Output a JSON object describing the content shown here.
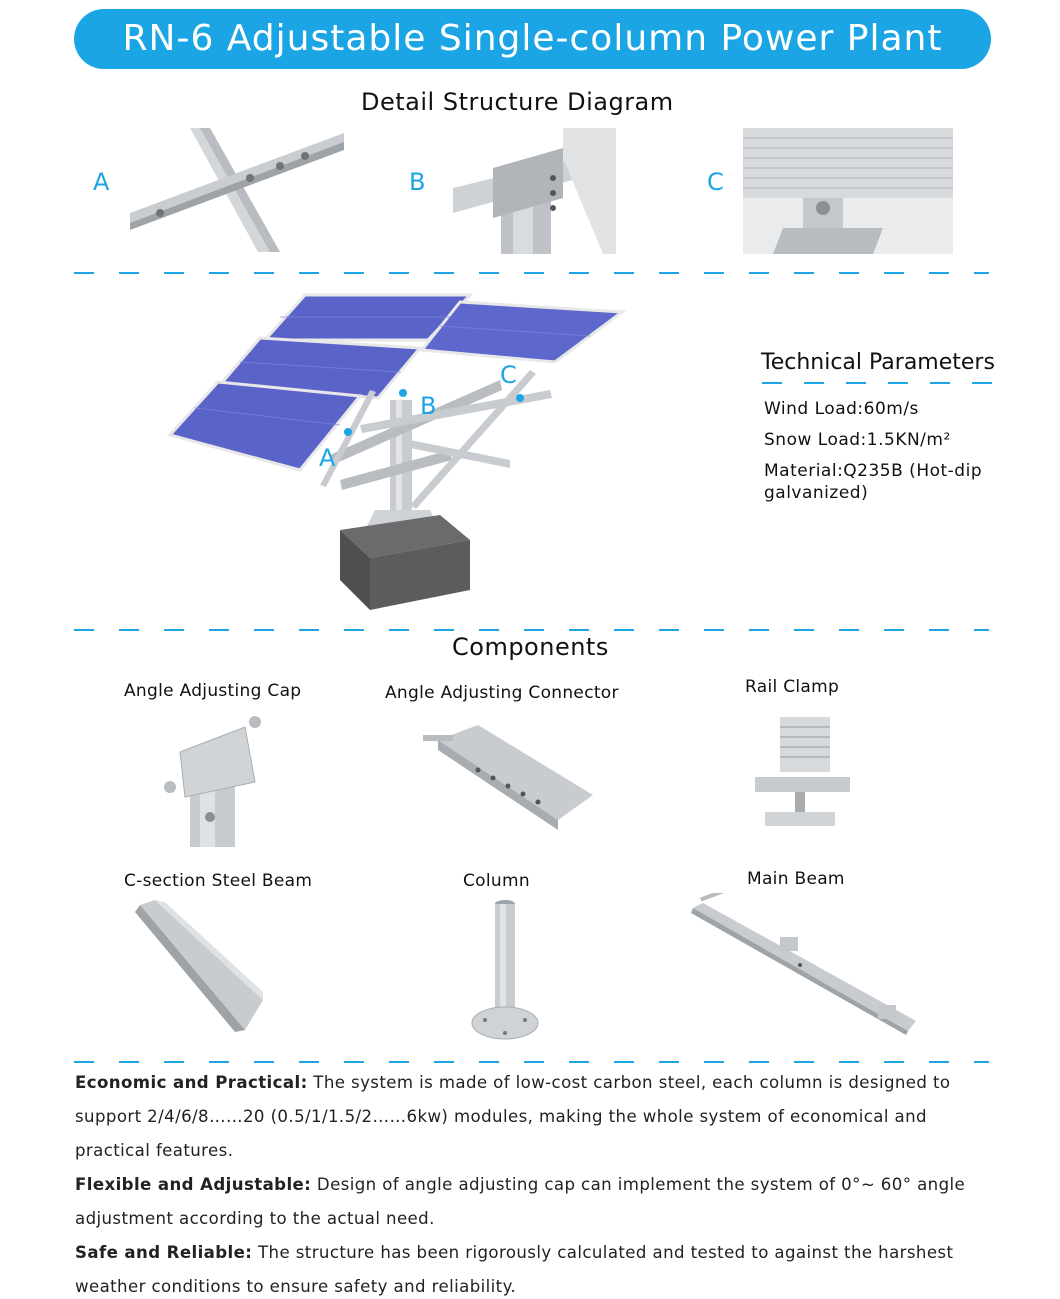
{
  "banner": {
    "title": "RN-6 Adjustable Single-column Power Plant"
  },
  "detail": {
    "title": "Detail Structure Diagram",
    "items": [
      {
        "letter": "A",
        "icon": "rail-joint-photo"
      },
      {
        "letter": "B",
        "icon": "column-cap-photo"
      },
      {
        "letter": "C",
        "icon": "rail-clamp-photo"
      }
    ]
  },
  "overview": {
    "callouts": [
      "A",
      "B",
      "C"
    ],
    "icon": "solar-tracker-overview"
  },
  "technical": {
    "title": "Technical Parameters",
    "params": [
      "Wind Load:60m/s",
      "Snow Load:1.5KN/m²",
      "Material:Q235B (Hot-dip galvanized)"
    ]
  },
  "components": {
    "title": "Components",
    "items": [
      {
        "label": "Angle Adjusting Cap",
        "icon": "angle-cap-photo"
      },
      {
        "label": "Angle Adjusting Connector",
        "icon": "connector-photo"
      },
      {
        "label": "Rail Clamp",
        "icon": "rail-clamp-photo"
      },
      {
        "label": "C-section Steel Beam",
        "icon": "c-beam-photo"
      },
      {
        "label": "Column",
        "icon": "column-photo"
      },
      {
        "label": "Main Beam",
        "icon": "main-beam-photo"
      }
    ]
  },
  "features": [
    {
      "heading": "Economic and Practical:",
      "text": " The system is made of low-cost carbon steel, each column is designed to support 2/4/6/8……20 (0.5/1/1.5/2……6kw) modules, making the whole system of economical and practical features."
    },
    {
      "heading": "Flexible and Adjustable:",
      "text": " Design of angle adjusting cap can implement the system of 0°~ 60° angle adjustment according to the actual need."
    },
    {
      "heading": "Safe and Reliable:",
      "text": " The structure has been rigorously calculated and tested to against the harshest weather conditions to ensure safety and reliability."
    }
  ],
  "colors": {
    "accent": "#1ba5e4",
    "panel": "#5a63c8",
    "steel": "#c8ccd0",
    "base": "#555558"
  }
}
